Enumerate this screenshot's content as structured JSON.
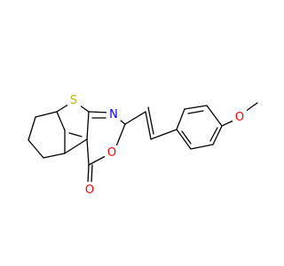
{
  "molecule": {
    "atoms": [
      {
        "id": "S",
        "symbol": "S",
        "color": "#b8b800"
      },
      {
        "id": "N",
        "symbol": "N",
        "color": "#0000ff"
      },
      {
        "id": "O_ring",
        "symbol": "O",
        "color": "#ff0000"
      },
      {
        "id": "O_carbonyl",
        "symbol": "O",
        "color": "#ff0000"
      },
      {
        "id": "O_methoxy",
        "symbol": "O",
        "color": "#ff0000"
      }
    ],
    "bond_color": "#000000"
  }
}
